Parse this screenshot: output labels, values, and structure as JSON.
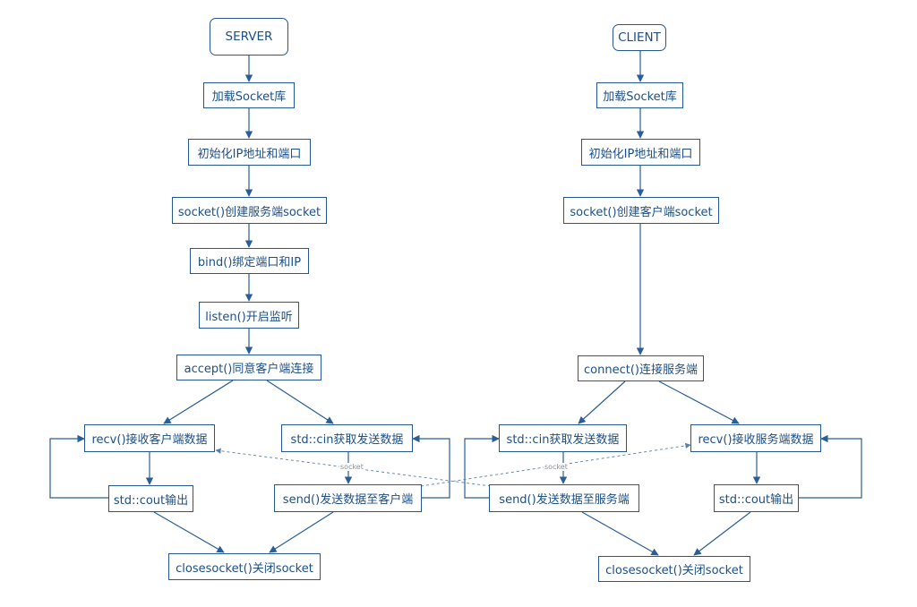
{
  "server": {
    "start": "SERVER",
    "load_lib": "加载Socket库",
    "init_addr": "初始化IP地址和端口",
    "create_socket": "socket()创建服务端socket",
    "bind": "bind()绑定端口和IP",
    "listen": "listen()开启监听",
    "accept": "accept()同意客户端连接",
    "recv": "recv()接收客户端数据",
    "cin": "std::cin获取发送数据",
    "cout": "std::cout输出",
    "send": "send()发送数据至客户端",
    "close": "closesocket()关闭socket"
  },
  "client": {
    "start": "CLIENT",
    "load_lib": "加载Socket库",
    "init_addr": "初始化IP地址和端口",
    "create_socket": "socket()创建客户端socket",
    "connect": "connect()连接服务端",
    "cin": "std::cin获取发送数据",
    "recv": "recv()接收服务端数据",
    "send": "send()发送数据至服务端",
    "cout": "std::cout输出",
    "close": "closesocket()关闭socket"
  },
  "edge_labels": {
    "client_to_server": "socket",
    "server_to_client": "socket"
  },
  "colors": {
    "node_border": "#24578f",
    "node_text": "#1c4f86",
    "edge": "#2a5e96",
    "dashed_edge": "#5a7fa8"
  }
}
